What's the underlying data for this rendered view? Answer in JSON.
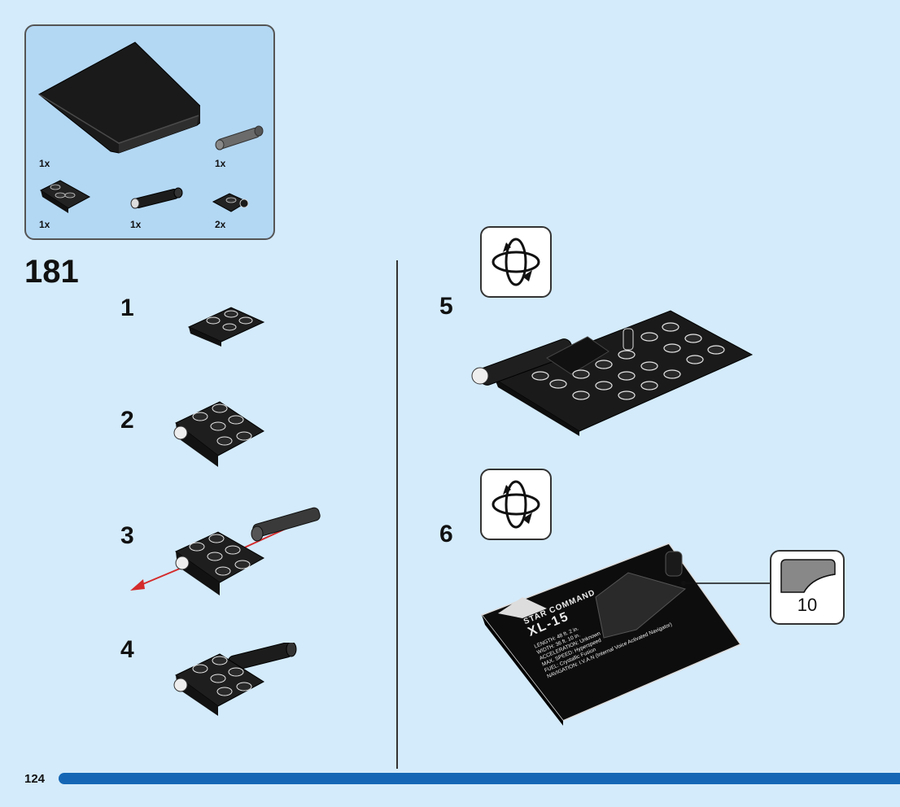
{
  "parts_list": {
    "items": [
      {
        "part": "black-slope-plate-icon",
        "qty": "1x"
      },
      {
        "part": "grey-axle-pin-connector-icon",
        "qty": "1x"
      },
      {
        "part": "black-inverted-slope-plate-icon",
        "qty": "1x"
      },
      {
        "part": "black-axle-connector-icon",
        "qty": "1x"
      },
      {
        "part": "black-small-bracket-icon",
        "qty": "2x"
      }
    ]
  },
  "build_step": "181",
  "substeps": {
    "s1": "1",
    "s2": "2",
    "s3": "3",
    "s4": "4",
    "s5": "5",
    "s6": "6"
  },
  "sticker": {
    "number": "10"
  },
  "placard": {
    "brand": "STAR COMMAND",
    "model": "XL-15",
    "specs": [
      {
        "label": "LENGTH:",
        "value": "48 ft. 2 in."
      },
      {
        "label": "WIDTH:",
        "value": "36 ft. 10 in."
      },
      {
        "label": "ACCELERATION:",
        "value": "Unknown"
      },
      {
        "label": "MAX. SPEED:",
        "value": "Hyperspeed"
      },
      {
        "label": "FUEL:",
        "value": "Crystallic Fusion"
      },
      {
        "label": "NAVIGATION:",
        "value": "I.V.A.N (Internal Voice Activated Navigator)"
      }
    ]
  },
  "page": {
    "number": "124"
  },
  "colors": {
    "background": "#d4ebfb",
    "parts_box": "#b3d8f4",
    "page_bar": "#1567b5",
    "arrow": "#d42b2b"
  }
}
